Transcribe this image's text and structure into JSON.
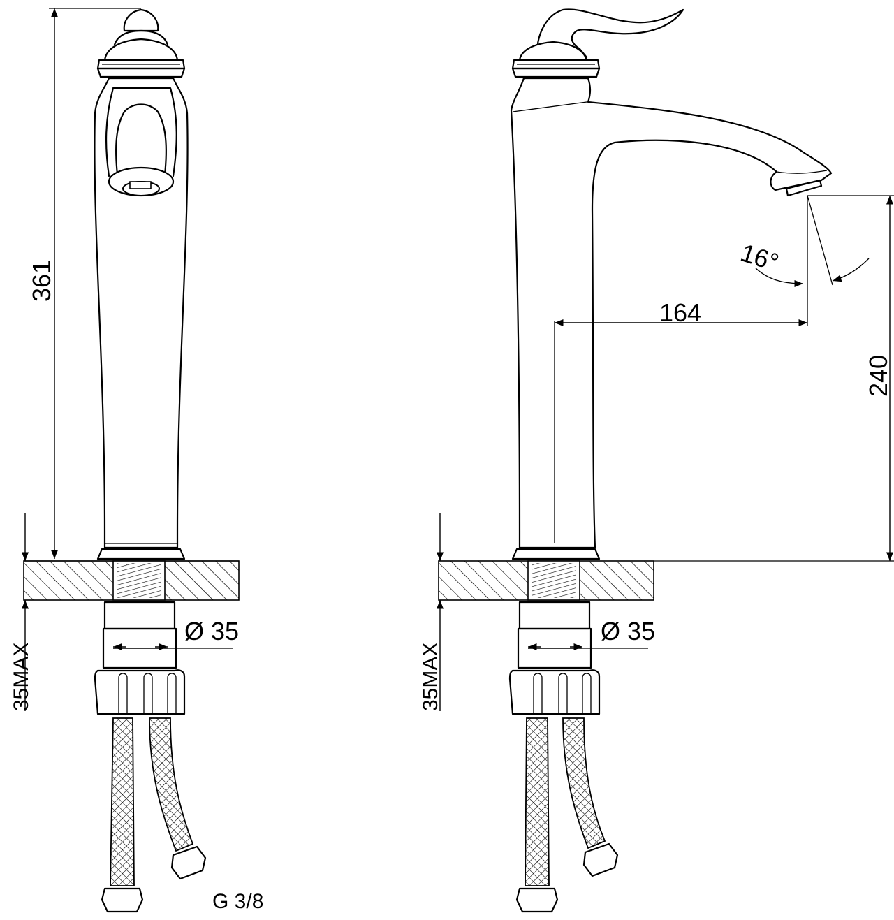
{
  "colors": {
    "line": "#000000",
    "background": "#ffffff"
  },
  "front_view": {
    "height_label": "361",
    "mount_label": "35MAX",
    "diameter_label": "Ø 35",
    "thread_label": "G 3/8"
  },
  "side_view": {
    "spout_height_label": "240",
    "reach_label": "164",
    "angle_label": "16°",
    "mount_label": "35MAX",
    "diameter_label": "Ø 35"
  }
}
